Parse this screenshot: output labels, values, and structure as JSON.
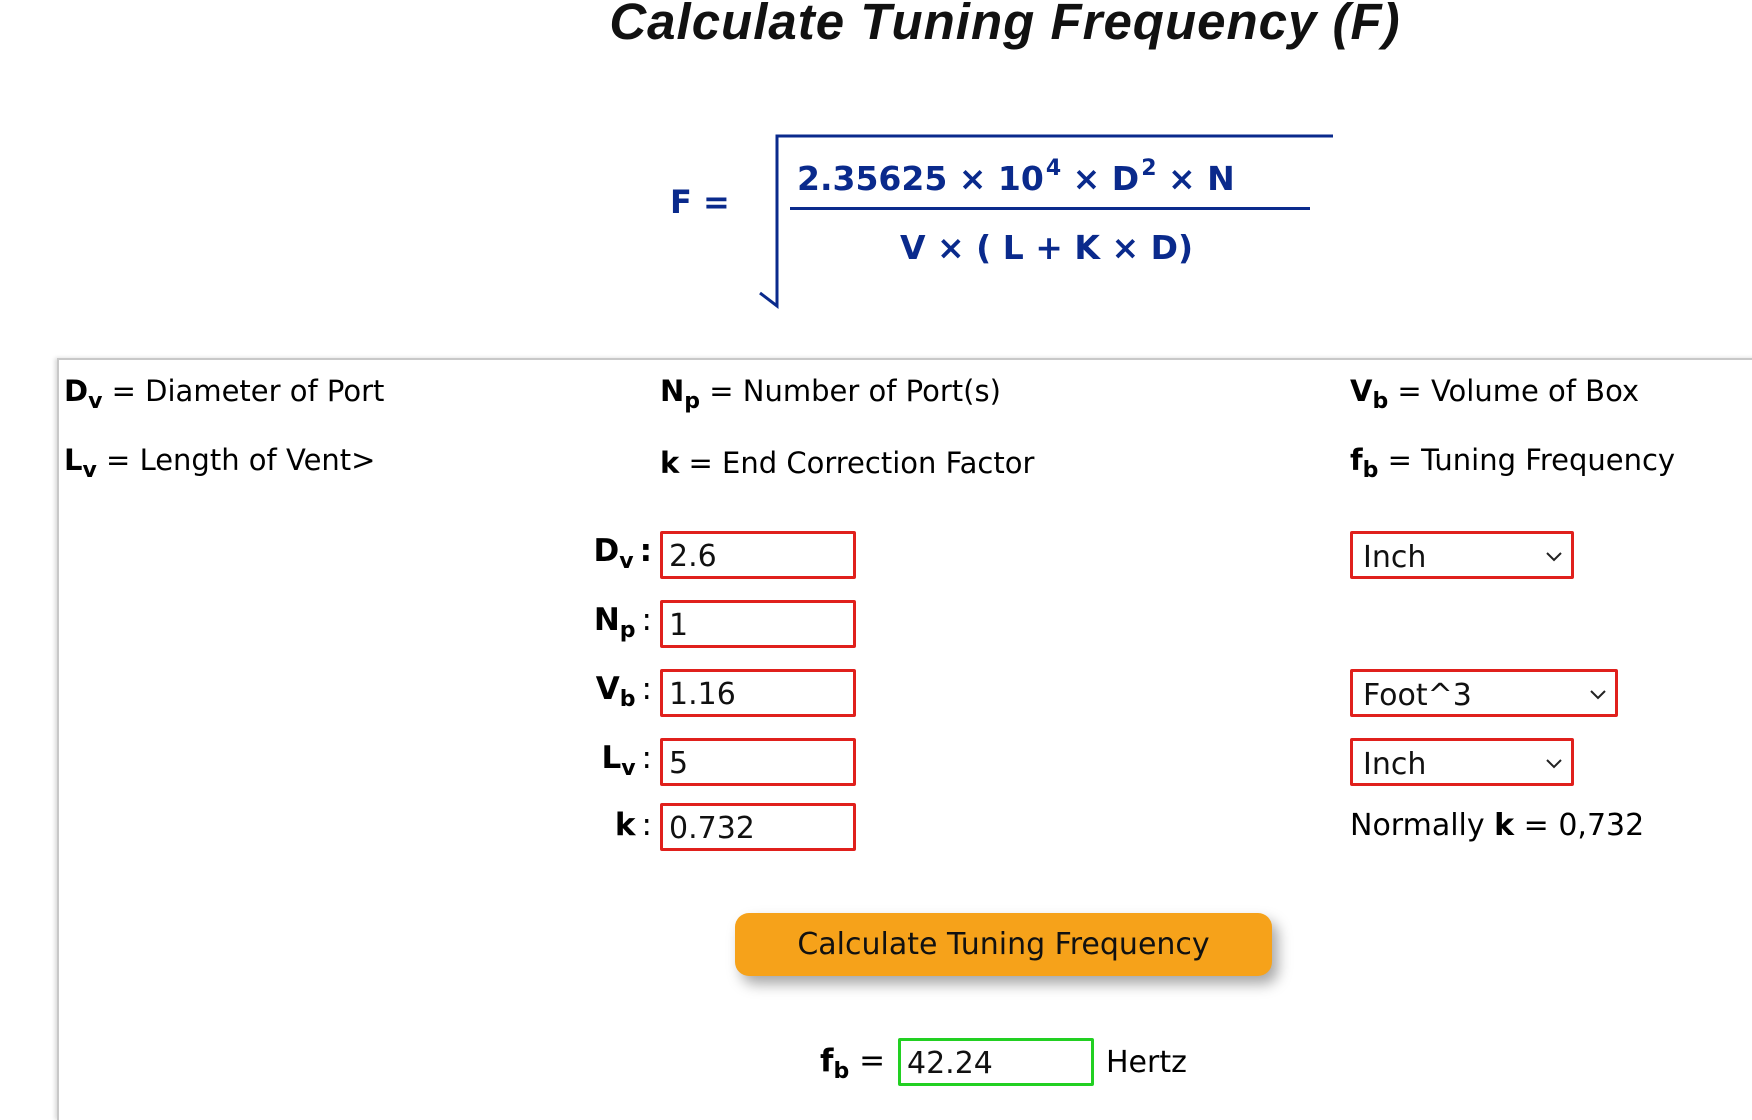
{
  "title": "Calculate Tuning Frequency (F)",
  "formula": {
    "lhs": "F  =",
    "numerator_coeff": "2.35625 × 10",
    "numerator_exp": "4",
    "numerator_mid": " ×  D",
    "numerator_exp2": "2",
    "numerator_end": " ×  N",
    "denominator": "V ×  ( L + K × D)"
  },
  "definitions": [
    {
      "sym": "D",
      "sub": "v",
      "text": "= Diameter of Port"
    },
    {
      "sym": "N",
      "sub": "p",
      "text": "= Number of Port(s)"
    },
    {
      "sym": "V",
      "sub": "b",
      "text": "= Volume of Box"
    },
    {
      "sym": "L",
      "sub": "v",
      "text": "= Length of Vent>"
    },
    {
      "sym": "k",
      "sub": "",
      "text": "= End Correction Factor"
    },
    {
      "sym": "f",
      "sub": "b",
      "text": "= Tuning Frequency"
    }
  ],
  "form": {
    "dv": {
      "sym": "D",
      "sub": "v",
      "value": "2.6",
      "unit": "Inch"
    },
    "np": {
      "sym": "N",
      "sub": "p",
      "value": "1"
    },
    "vb": {
      "sym": "V",
      "sub": "b",
      "value": "1.16",
      "unit": "Foot^3"
    },
    "lv": {
      "sym": "L",
      "sub": "v",
      "value": "5",
      "unit": "Inch"
    },
    "k": {
      "sym": "k",
      "value": "0.732"
    }
  },
  "colon": ":",
  "normally": {
    "prefix": "Normally ",
    "sym": "k",
    "suffix": " = 0,732"
  },
  "calculate_button": "Calculate Tuning Frequency",
  "result": {
    "sym": "f",
    "sub": "b",
    "eq": "=",
    "value": "42.24",
    "unit": "Hertz"
  },
  "colors": {
    "input_border": "#e0201c",
    "result_border": "#22d022",
    "button": "#f6a21a",
    "formula": "#0a2a8c"
  }
}
